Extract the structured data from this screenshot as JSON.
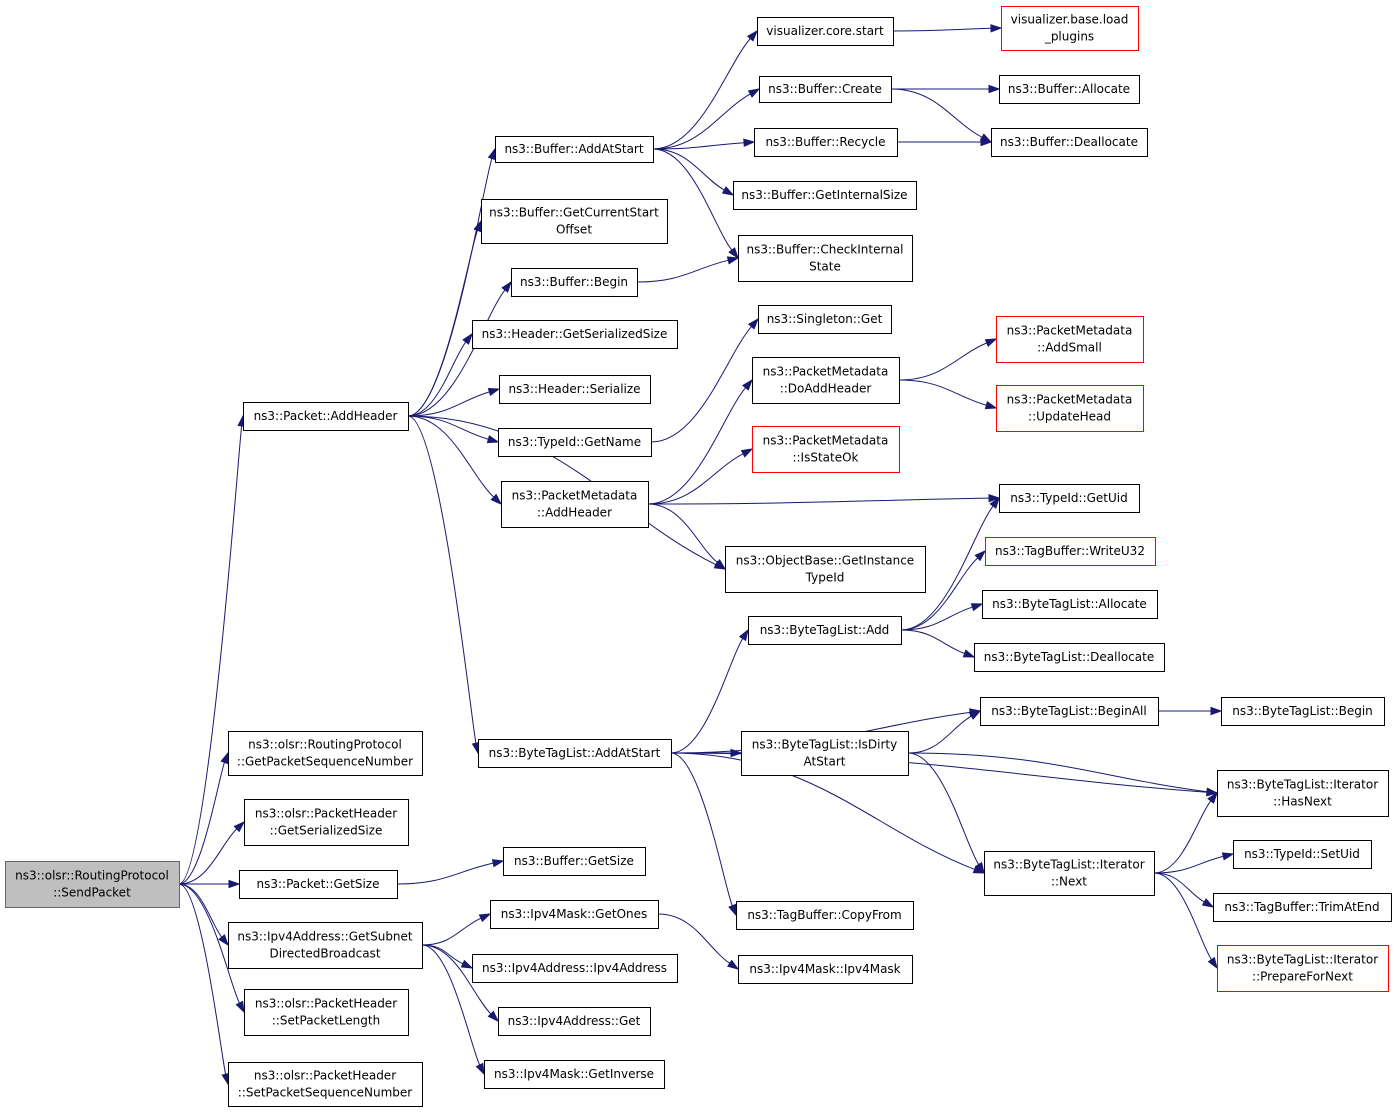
{
  "colors": {
    "edge": "#191970",
    "node_border": "#000000",
    "node_fill": "#ffffff",
    "external_border": "#ff0000",
    "root_fill": "#bfbfbf",
    "root_border": "#666666"
  },
  "nodes": {
    "sendpacket": {
      "lines": [
        "ns3::olsr::RoutingProtocol",
        "::SendPacket"
      ],
      "kind": "root"
    },
    "addheader": {
      "lines": [
        "ns3::Packet::AddHeader"
      ]
    },
    "getpktseq": {
      "lines": [
        "ns3::olsr::RoutingProtocol",
        "::GetPacketSequenceNumber"
      ]
    },
    "pkthdr_size": {
      "lines": [
        "ns3::olsr::PacketHeader",
        "::GetSerializedSize"
      ]
    },
    "packet_getsize": {
      "lines": [
        "ns3::Packet::GetSize"
      ]
    },
    "getsubnet": {
      "lines": [
        "ns3::Ipv4Address::GetSubnet",
        "DirectedBroadcast"
      ]
    },
    "setpktlen": {
      "lines": [
        "ns3::olsr::PacketHeader",
        "::SetPacketLength"
      ]
    },
    "setpktseq": {
      "lines": [
        "ns3::olsr::PacketHeader",
        "::SetPacketSequenceNumber"
      ]
    },
    "buf_addatstart": {
      "lines": [
        "ns3::Buffer::AddAtStart"
      ]
    },
    "buf_getcurstart": {
      "lines": [
        "ns3::Buffer::GetCurrentStart",
        "Offset"
      ]
    },
    "buf_begin": {
      "lines": [
        "ns3::Buffer::Begin"
      ]
    },
    "hdr_getsersize": {
      "lines": [
        "ns3::Header::GetSerializedSize"
      ]
    },
    "hdr_serialize": {
      "lines": [
        "ns3::Header::Serialize"
      ]
    },
    "typeid_getname": {
      "lines": [
        "ns3::TypeId::GetName"
      ]
    },
    "pm_addheader": {
      "lines": [
        "ns3::PacketMetadata",
        "::AddHeader"
      ]
    },
    "btl_addatstart": {
      "lines": [
        "ns3::ByteTagList::AddAtStart"
      ]
    },
    "buf_getsize": {
      "lines": [
        "ns3::Buffer::GetSize"
      ]
    },
    "mask_getones": {
      "lines": [
        "ns3::Ipv4Mask::GetOnes"
      ]
    },
    "ipv4_ctor": {
      "lines": [
        "ns3::Ipv4Address::Ipv4Address"
      ]
    },
    "ipv4_get": {
      "lines": [
        "ns3::Ipv4Address::Get"
      ]
    },
    "mask_getinverse": {
      "lines": [
        "ns3::Ipv4Mask::GetInverse"
      ]
    },
    "viz_start": {
      "lines": [
        "visualizer.core.start"
      ]
    },
    "buf_create": {
      "lines": [
        "ns3::Buffer::Create"
      ]
    },
    "buf_recycle": {
      "lines": [
        "ns3::Buffer::Recycle"
      ]
    },
    "buf_getinternalsize": {
      "lines": [
        "ns3::Buffer::GetInternalSize"
      ]
    },
    "buf_checkinternal": {
      "lines": [
        "ns3::Buffer::CheckInternal",
        "State"
      ]
    },
    "singleton_get": {
      "lines": [
        "ns3::Singleton::Get"
      ]
    },
    "pm_doaddheader": {
      "lines": [
        "ns3::PacketMetadata",
        "::DoAddHeader"
      ]
    },
    "pm_isstateok": {
      "lines": [
        "ns3::PacketMetadata",
        "::IsStateOk"
      ],
      "kind": "external"
    },
    "objbase_getinst": {
      "lines": [
        "ns3::ObjectBase::GetInstance",
        "TypeId"
      ]
    },
    "btl_add": {
      "lines": [
        "ns3::ByteTagList::Add"
      ]
    },
    "btl_isdirty": {
      "lines": [
        "ns3::ByteTagList::IsDirty",
        "AtStart"
      ]
    },
    "tagbuf_copyfrom": {
      "lines": [
        "ns3::TagBuffer::CopyFrom"
      ]
    },
    "mask_ctor": {
      "lines": [
        "ns3::Ipv4Mask::Ipv4Mask"
      ]
    },
    "viz_loadplugins": {
      "lines": [
        "visualizer.base.load",
        "_plugins"
      ],
      "kind": "external"
    },
    "buf_allocate": {
      "lines": [
        "ns3::Buffer::Allocate"
      ]
    },
    "buf_deallocate": {
      "lines": [
        "ns3::Buffer::Deallocate"
      ]
    },
    "pm_addsmall": {
      "lines": [
        "ns3::PacketMetadata",
        "::AddSmall"
      ],
      "kind": "external"
    },
    "pm_updatehead": {
      "lines": [
        "ns3::PacketMetadata",
        "::UpdateHead"
      ],
      "kind": "external"
    },
    "typeid_getuid": {
      "lines": [
        "ns3::TypeId::GetUid"
      ]
    },
    "tagbuf_writeu32": {
      "lines": [
        "ns3::TagBuffer::WriteU32"
      ],
      "kind": "external"
    },
    "btl_allocate": {
      "lines": [
        "ns3::ByteTagList::Allocate"
      ]
    },
    "btl_deallocate": {
      "lines": [
        "ns3::ByteTagList::Deallocate"
      ]
    },
    "btl_beginall": {
      "lines": [
        "ns3::ByteTagList::BeginAll"
      ]
    },
    "btl_iter_next": {
      "lines": [
        "ns3::ByteTagList::Iterator",
        "::Next"
      ]
    },
    "btl_begin": {
      "lines": [
        "ns3::ByteTagList::Begin"
      ]
    },
    "btl_iter_hasnext": {
      "lines": [
        "ns3::ByteTagList::Iterator",
        "::HasNext"
      ]
    },
    "typeid_setuid": {
      "lines": [
        "ns3::TypeId::SetUid"
      ]
    },
    "tagbuf_trimatend": {
      "lines": [
        "ns3::TagBuffer::TrimAtEnd"
      ]
    },
    "btl_iter_prepare": {
      "lines": [
        "ns3::ByteTagList::Iterator",
        "::PrepareForNext"
      ],
      "kind": "external"
    }
  },
  "edges": [
    [
      "sendpacket",
      "addheader"
    ],
    [
      "sendpacket",
      "getpktseq"
    ],
    [
      "sendpacket",
      "pkthdr_size"
    ],
    [
      "sendpacket",
      "packet_getsize"
    ],
    [
      "sendpacket",
      "getsubnet"
    ],
    [
      "sendpacket",
      "setpktlen"
    ],
    [
      "sendpacket",
      "setpktseq"
    ],
    [
      "addheader",
      "buf_addatstart"
    ],
    [
      "addheader",
      "buf_getcurstart"
    ],
    [
      "addheader",
      "buf_begin"
    ],
    [
      "addheader",
      "hdr_getsersize"
    ],
    [
      "addheader",
      "hdr_serialize"
    ],
    [
      "addheader",
      "typeid_getname"
    ],
    [
      "addheader",
      "pm_addheader"
    ],
    [
      "addheader",
      "objbase_getinst"
    ],
    [
      "addheader",
      "btl_addatstart"
    ],
    [
      "buf_addatstart",
      "viz_start"
    ],
    [
      "buf_addatstart",
      "buf_create"
    ],
    [
      "buf_addatstart",
      "buf_recycle"
    ],
    [
      "buf_addatstart",
      "buf_getinternalsize"
    ],
    [
      "buf_addatstart",
      "buf_checkinternal"
    ],
    [
      "buf_begin",
      "buf_checkinternal"
    ],
    [
      "viz_start",
      "viz_loadplugins"
    ],
    [
      "buf_create",
      "buf_allocate"
    ],
    [
      "buf_create",
      "buf_deallocate"
    ],
    [
      "buf_recycle",
      "buf_deallocate"
    ],
    [
      "typeid_getname",
      "singleton_get"
    ],
    [
      "pm_addheader",
      "pm_doaddheader"
    ],
    [
      "pm_addheader",
      "pm_isstateok"
    ],
    [
      "pm_addheader",
      "typeid_getuid"
    ],
    [
      "pm_addheader",
      "objbase_getinst"
    ],
    [
      "pm_doaddheader",
      "pm_addsmall"
    ],
    [
      "pm_doaddheader",
      "pm_updatehead"
    ],
    [
      "btl_addatstart",
      "btl_add"
    ],
    [
      "btl_addatstart",
      "btl_beginall"
    ],
    [
      "btl_addatstart",
      "btl_isdirty"
    ],
    [
      "btl_addatstart",
      "btl_iter_hasnext"
    ],
    [
      "btl_addatstart",
      "btl_iter_next"
    ],
    [
      "btl_addatstart",
      "tagbuf_copyfrom"
    ],
    [
      "btl_add",
      "typeid_getuid"
    ],
    [
      "btl_add",
      "tagbuf_writeu32"
    ],
    [
      "btl_add",
      "btl_allocate"
    ],
    [
      "btl_add",
      "btl_deallocate"
    ],
    [
      "btl_isdirty",
      "btl_beginall"
    ],
    [
      "btl_isdirty",
      "btl_iter_hasnext"
    ],
    [
      "btl_isdirty",
      "btl_iter_next"
    ],
    [
      "btl_beginall",
      "btl_begin"
    ],
    [
      "btl_iter_next",
      "btl_iter_hasnext"
    ],
    [
      "btl_iter_next",
      "typeid_setuid"
    ],
    [
      "btl_iter_next",
      "tagbuf_trimatend"
    ],
    [
      "btl_iter_next",
      "btl_iter_prepare"
    ],
    [
      "packet_getsize",
      "buf_getsize"
    ],
    [
      "getsubnet",
      "mask_getones"
    ],
    [
      "getsubnet",
      "ipv4_ctor"
    ],
    [
      "getsubnet",
      "ipv4_get"
    ],
    [
      "getsubnet",
      "mask_getinverse"
    ],
    [
      "mask_getones",
      "mask_ctor"
    ]
  ]
}
